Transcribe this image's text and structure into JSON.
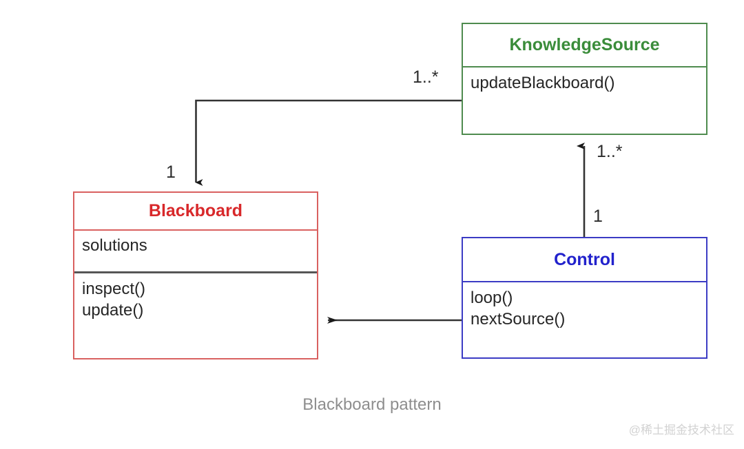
{
  "diagram": {
    "caption": "Blackboard pattern",
    "watermark": "@稀土掘金技术社区",
    "colors": {
      "knowledgesource": "#3a8c3a",
      "knowledgesource_border": "#4e8b4e",
      "blackboard": "#d8282a",
      "blackboard_border": "#d9605f",
      "control": "#2222cc",
      "control_border": "#3b3bc4",
      "connector": "#333333",
      "caption": "#8e8e8e",
      "watermark": "#d2d2d2",
      "member_text": "#262626"
    },
    "classes": [
      {
        "id": "knowledgesource",
        "name": "KnowledgeSource",
        "attributes": "",
        "methods": "updateBlackboard()"
      },
      {
        "id": "blackboard",
        "name": "Blackboard",
        "attributes": "solutions",
        "methods": "inspect()\nupdate()"
      },
      {
        "id": "control",
        "name": "Control",
        "attributes": "",
        "methods": "loop()\nnextSource()"
      }
    ],
    "relations": [
      {
        "id": "ks-to-blackboard",
        "from": "KnowledgeSource",
        "to": "Blackboard",
        "source_multiplicity": "1..*",
        "target_multiplicity": "1",
        "style": "elbow-arrow"
      },
      {
        "id": "control-to-knowledgesource",
        "from": "Control",
        "to": "KnowledgeSource",
        "source_multiplicity": "1",
        "target_multiplicity": "1..*",
        "style": "straight-arrow-up"
      },
      {
        "id": "control-to-blackboard",
        "from": "Control",
        "to": "Blackboard",
        "source_multiplicity": "",
        "target_multiplicity": "",
        "style": "straight-arrow-left"
      }
    ]
  }
}
